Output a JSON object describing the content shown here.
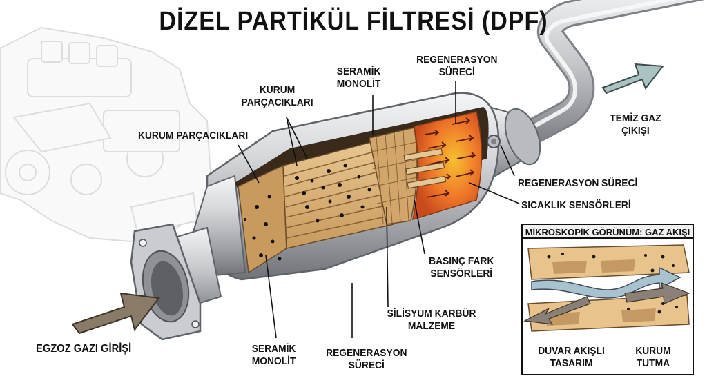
{
  "title": "DİZEL PARTİKÜL FİLTRESİ (DPF)",
  "labels": {
    "kurum_parcaciklari_top": [
      "KURUM",
      "PARÇACIKLARI"
    ],
    "seramik_monolit_top": [
      "SERAMİK",
      "MONOLİT"
    ],
    "regenerasyon_sureci_top": [
      "REGENERASYON",
      "SÜRECİ"
    ],
    "kurum_parcaciklari_left": "KURUM PARÇACIKLARI",
    "temiz_gaz_cikisi": [
      "TEMİZ GAZ",
      "ÇIKIŞI"
    ],
    "regenerasyon_sureci_right": "REGENERASYON SÜRECİ",
    "sicaklik_sensorleri": "SICAKLIK SENSÖRLERİ",
    "basinc_fark_sensorleri": [
      "BASINÇ FARK",
      "SENSÖRLERİ"
    ],
    "silisyum_karbur": [
      "SİLİSYUM KARBÜR",
      "MALZEME"
    ],
    "seramik_monolit_bottom": [
      "SERAMİK",
      "MONOLİT"
    ],
    "regenerasyon_sureci_bottom": [
      "REGENERASYON",
      "SÜRECİ"
    ],
    "egzoz_gazi_girisi": "EGZOZ GAZI GİRİŞİ"
  },
  "inset": {
    "title": "MİKROSKOPİK GÖRÜNÜM: GAZ AKIŞI",
    "duvar_akisli": [
      "DUVAR AKIŞLI",
      "TASARIM"
    ],
    "kurum_tutma": [
      "KURUM",
      "TUTMA"
    ]
  },
  "colors": {
    "steel_light": "#e6e7e9",
    "steel_dark": "#8d9196",
    "ceramic": "#d9b27c",
    "heat": "#f07a2a",
    "inlet_arrow": "#8a7a68",
    "outlet_arrow": "#a9c2c2"
  },
  "icons": [
    "engine-sketch-icon",
    "inlet-arrow-icon",
    "outlet-arrow-icon"
  ]
}
